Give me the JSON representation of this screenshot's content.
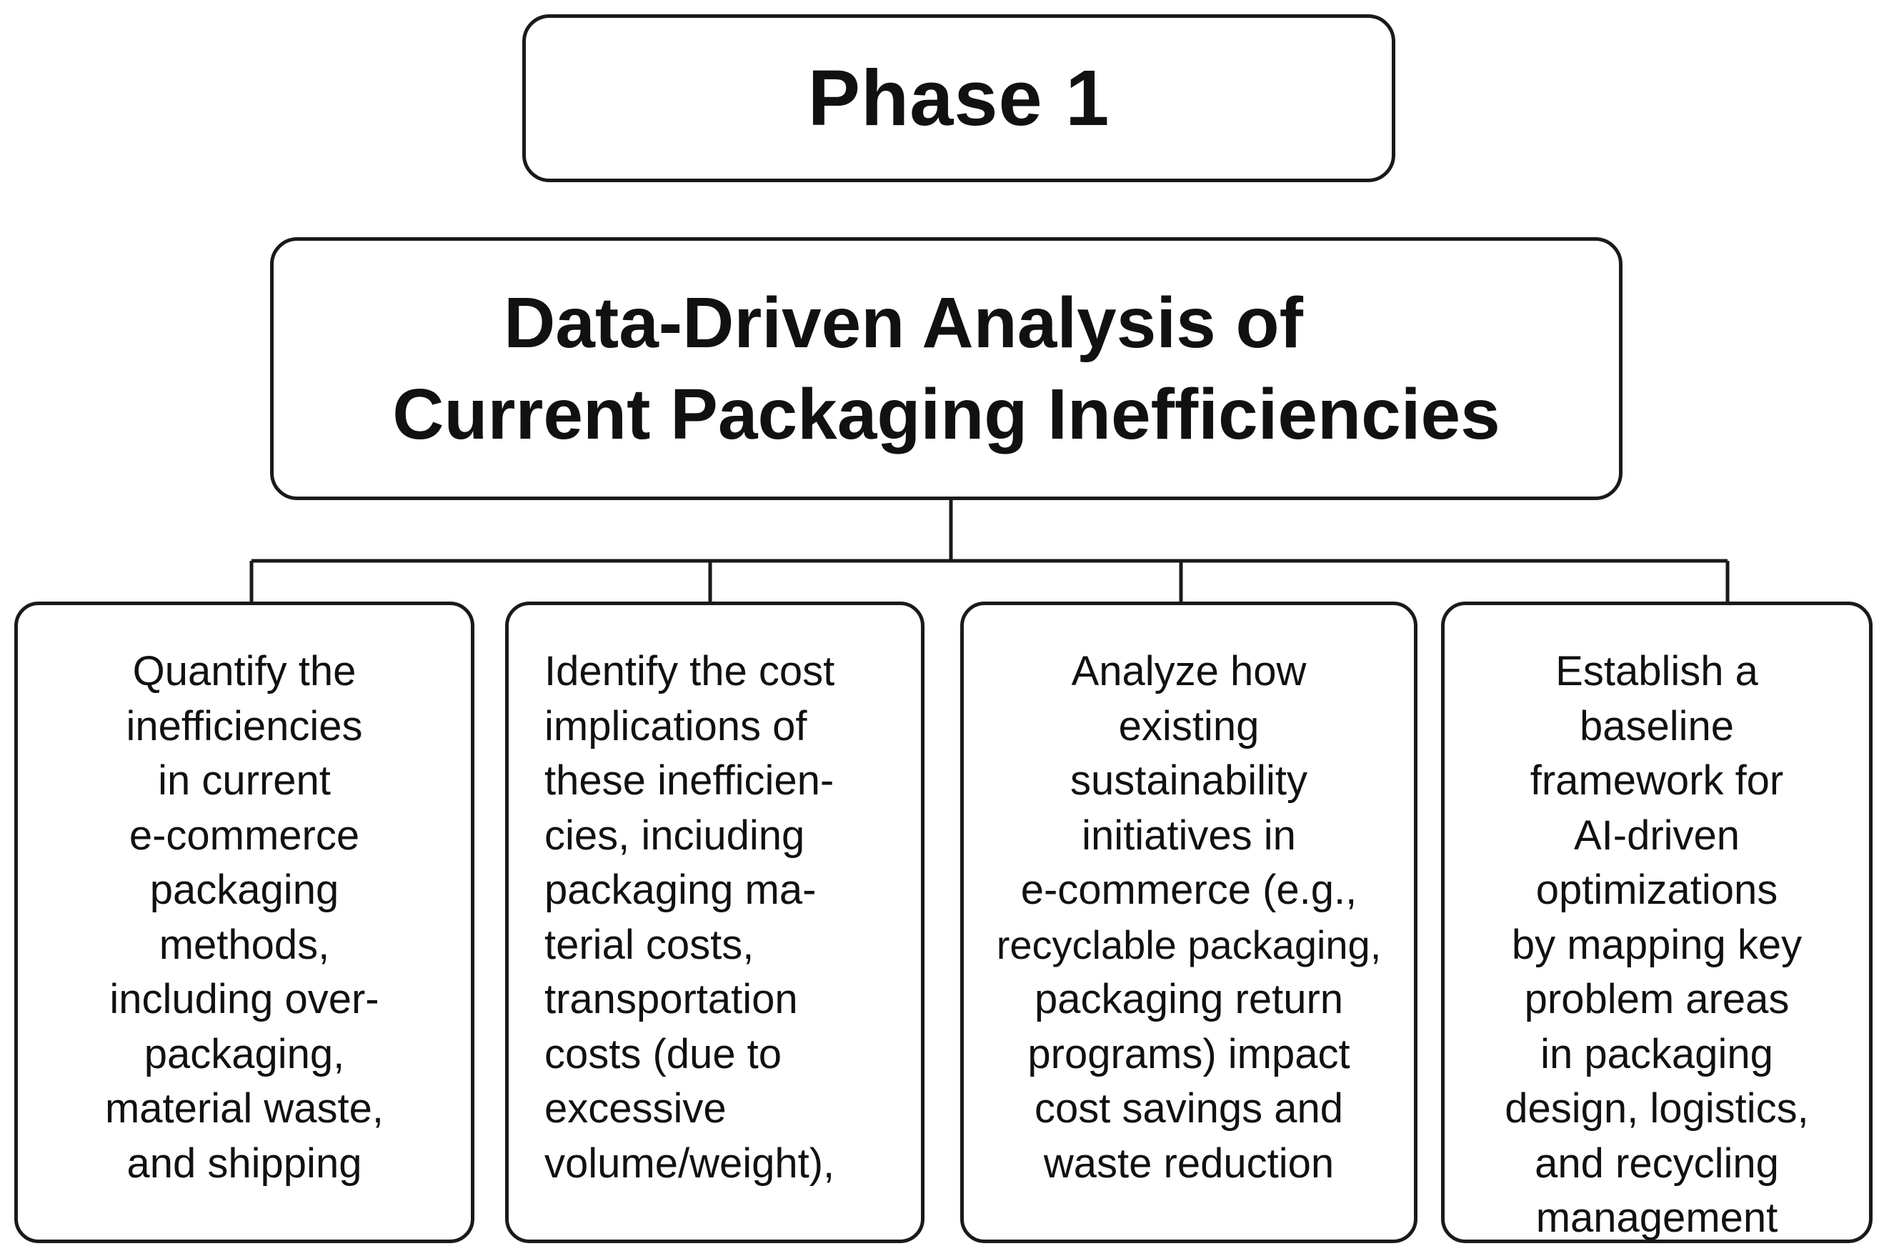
{
  "phase": {
    "title": "Phase 1"
  },
  "main": {
    "title_lines": [
      "Data-Driven Analysis of",
      "Current Packaging Inefficiencies"
    ]
  },
  "cards": [
    {
      "lines": [
        "Quantify the",
        "inefficiencies",
        "in current",
        "e-commerce",
        "packaging",
        "methods,",
        "including over-",
        "packaging,",
        "material waste,",
        "and shipping"
      ]
    },
    {
      "lines": [
        "Identify the cost",
        "implications of",
        "these inefficien-",
        "cies, inciuding",
        "packaging ma-",
        "terial costs,",
        "transportation",
        "costs (due to",
        "excessive",
        "volume/weight),"
      ]
    },
    {
      "lines": [
        "Analyze how",
        "existing",
        "sustainability",
        "initiatives in",
        "e-commerce (e.g.,",
        "recyclable packaging,",
        "packaging return",
        "programs) impact",
        "cost savings and",
        "waste reduction"
      ]
    },
    {
      "lines": [
        "Establish a",
        "baseline",
        "framework  for",
        "AI-driven",
        "optimizations",
        "by mapping key",
        "problem areas",
        "in packaging",
        "design, logistics,",
        "and recycling",
        "management"
      ]
    }
  ]
}
